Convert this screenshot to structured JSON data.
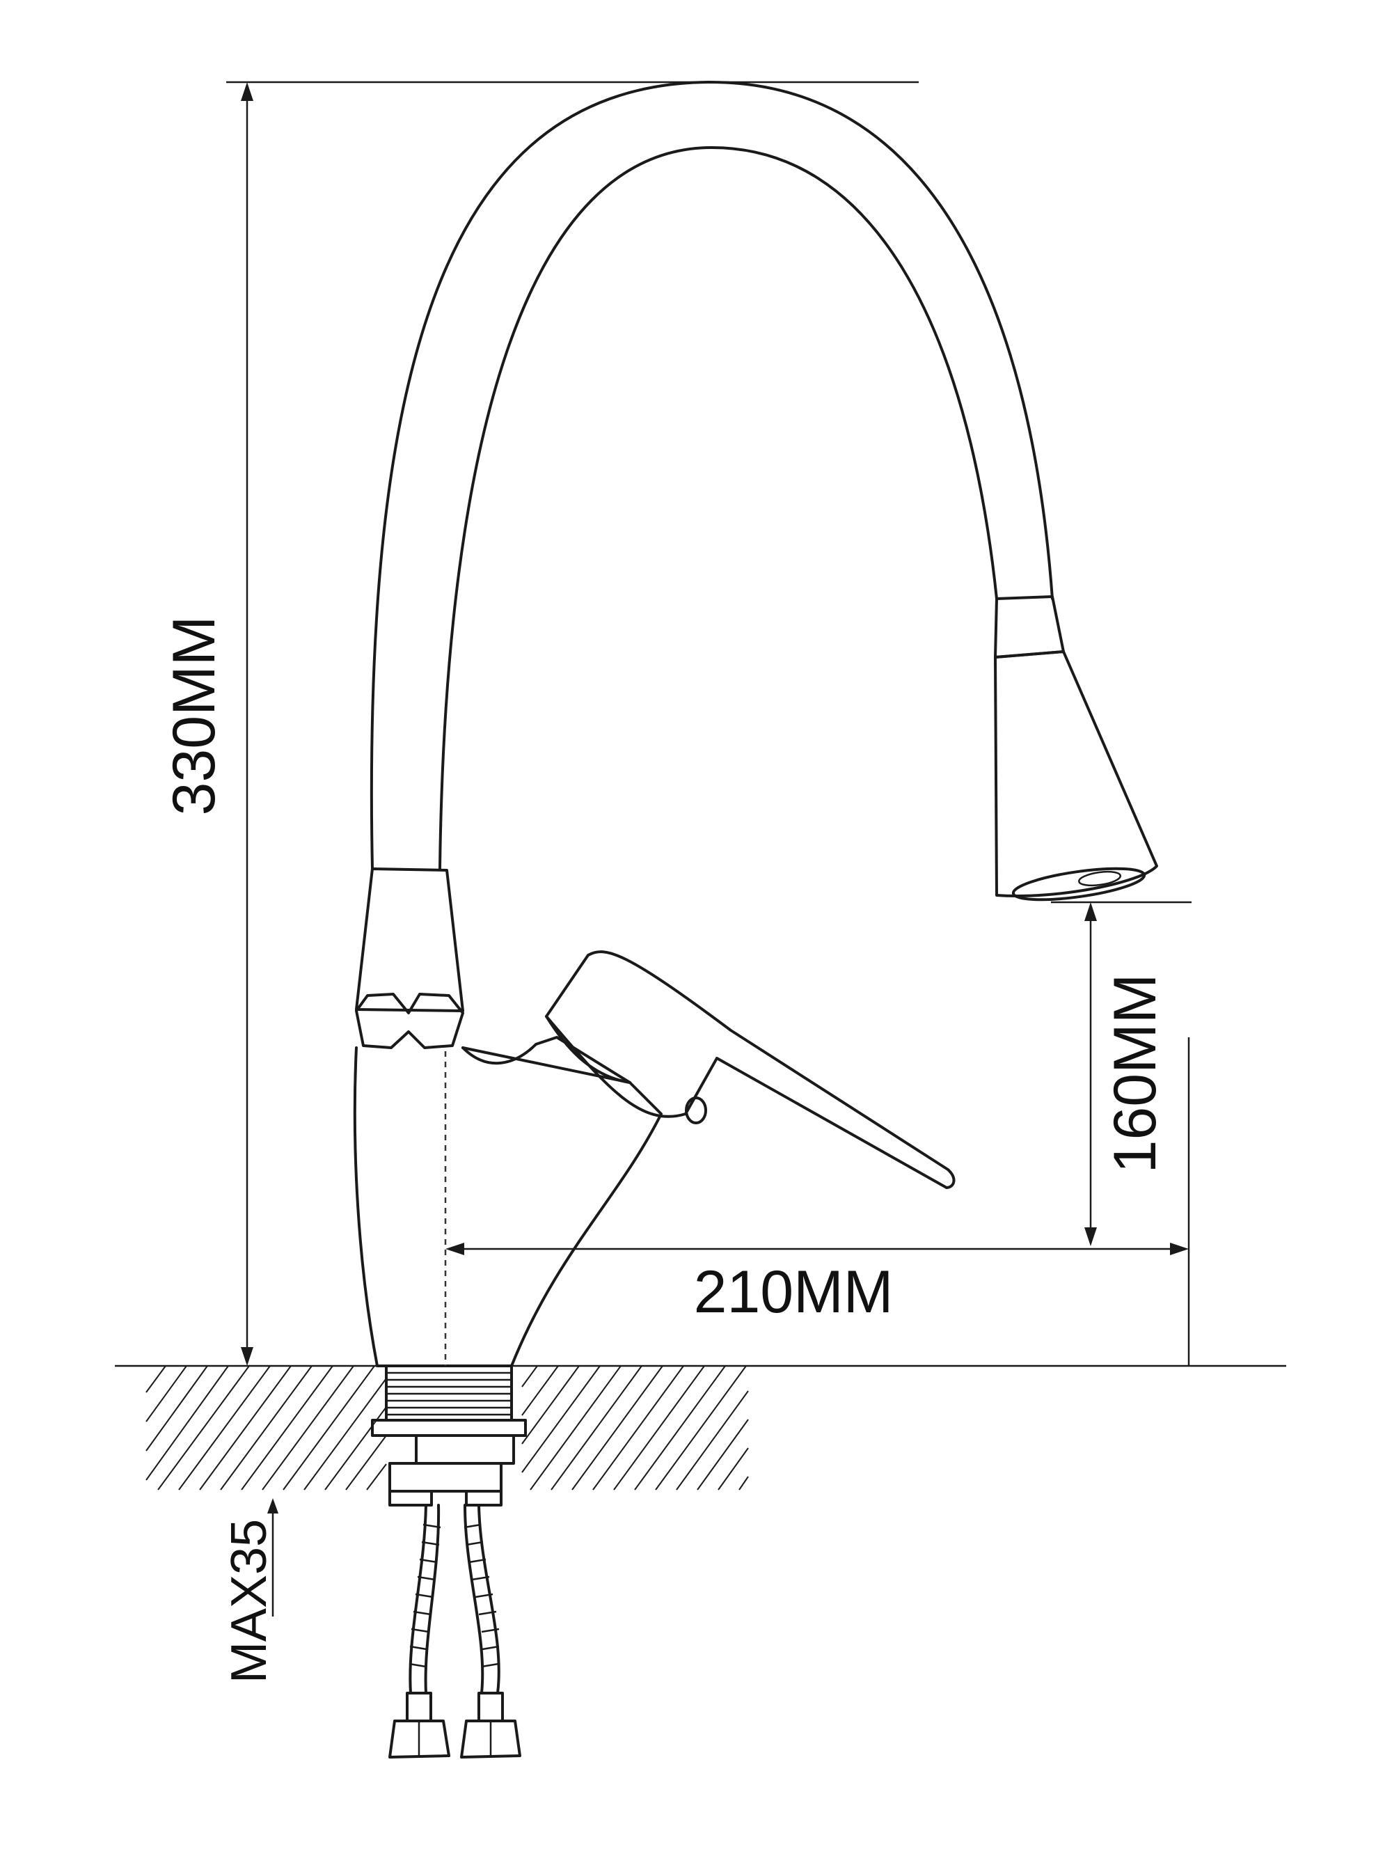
{
  "dimensions": {
    "height_total": "330MM",
    "spout_height": "160MM",
    "spout_reach": "210MM",
    "max_thickness": "MAX35"
  },
  "colors": {
    "line": "#1a1a1a",
    "background": "#ffffff"
  }
}
